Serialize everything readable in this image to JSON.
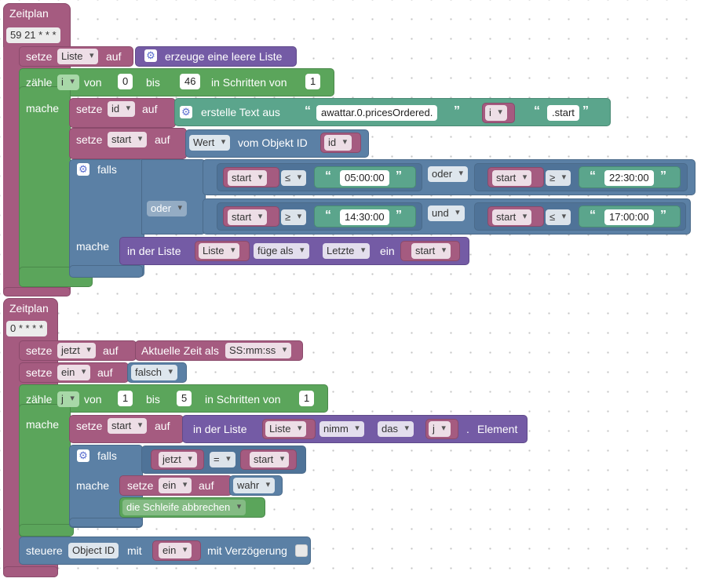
{
  "colors": {
    "schedule": "#a55b80",
    "variable": "#a55b80",
    "loop": "#5ba55b",
    "logic": "#5b80a5",
    "list": "#745ba5",
    "text": "#5ba58c"
  },
  "block1": {
    "title": "Zeitplan",
    "cron": "59 21 * * *",
    "set_list": {
      "setze": "setze",
      "var": "Liste",
      "auf": "auf",
      "value": "erzeuge eine leere Liste"
    },
    "loop": {
      "zaehle": "zähle",
      "var": "i",
      "von": "von",
      "from": "0",
      "bis": "bis",
      "to": "46",
      "step_label": "in Schritten von",
      "step": "1",
      "mache": "mache"
    },
    "set_id": {
      "setze": "setze",
      "var": "id",
      "auf": "auf",
      "create_text": "erstelle Text aus",
      "str1": "awattar.0.pricesOrdered.",
      "var_i": "i",
      "str2": ".start"
    },
    "set_start": {
      "setze": "setze",
      "var": "start",
      "auf": "auf",
      "wert": "Wert",
      "vom": "vom Objekt ID",
      "var_id": "id"
    },
    "if": {
      "falls": "falls",
      "mache": "mache",
      "row1": {
        "a_var": "start",
        "a_op": "≤",
        "a_val": "05:00:00",
        "join": "oder",
        "b_var": "start",
        "b_op": "≥",
        "b_val": "22:30:00"
      },
      "outer_join": "oder",
      "row2": {
        "a_var": "start",
        "a_op": "≥",
        "a_val": "14:30:00",
        "join": "und",
        "b_var": "start",
        "b_op": "≤",
        "b_val": "17:00:00"
      },
      "action": {
        "in_list": "in der Liste",
        "list_var": "Liste",
        "mode": "füge als",
        "where": "Letzte",
        "ein": "ein",
        "value": "start"
      }
    }
  },
  "block2": {
    "title": "Zeitplan",
    "cron": "0 * * * *",
    "set_jetzt": {
      "setze": "setze",
      "var": "jetzt",
      "auf": "auf",
      "value_label": "Aktuelle Zeit als",
      "format": "SS:mm:ss"
    },
    "set_ein": {
      "setze": "setze",
      "var": "ein",
      "auf": "auf",
      "value": "falsch"
    },
    "loop": {
      "zaehle": "zähle",
      "var": "j",
      "von": "von",
      "from": "1",
      "bis": "bis",
      "to": "5",
      "step_label": "in Schritten von",
      "step": "1",
      "mache": "mache"
    },
    "set_start": {
      "setze": "setze",
      "var": "start",
      "auf": "auf",
      "in_list": "in der Liste",
      "list_var": "Liste",
      "mode": "nimm",
      "das": "das",
      "idx": "j",
      "point": ".",
      "element": "Element"
    },
    "if": {
      "falls": "falls",
      "mache": "mache",
      "a": "jetzt",
      "op": "=",
      "b": "start"
    },
    "set_ein_true": {
      "setze": "setze",
      "var": "ein",
      "auf": "auf",
      "value": "wahr"
    },
    "break": "die Schleife abbrechen",
    "steuere": {
      "label": "steuere",
      "obj": "Object ID",
      "mit": "mit",
      "value": "ein",
      "delay": "mit Verzögerung"
    }
  }
}
